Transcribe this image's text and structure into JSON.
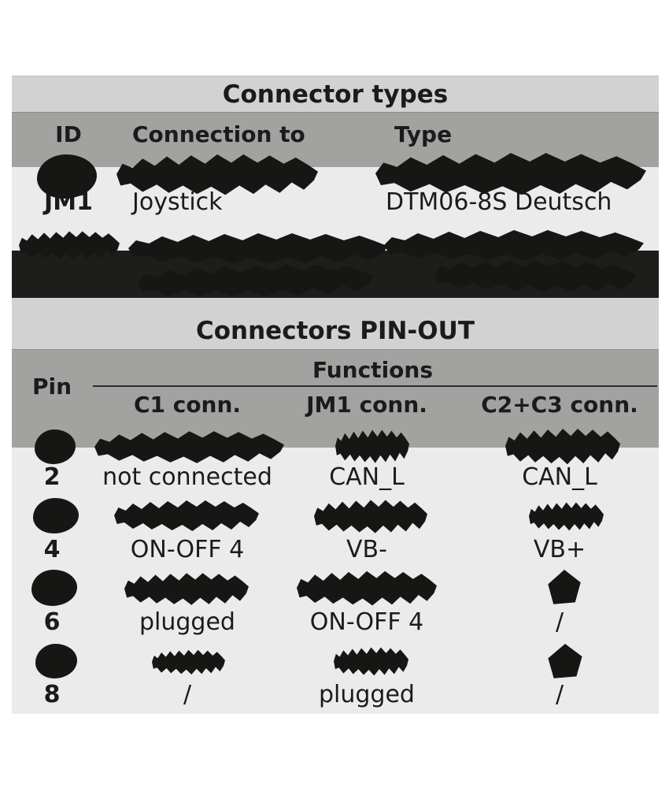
{
  "colors": {
    "title_band": "#d2d2d2",
    "header_band": "#a2a2a0",
    "row_band": "#ebebeb",
    "redacted_row_band": "#1d1d1b",
    "text": "#1b1b1b"
  },
  "connector_types": {
    "title": "Connector types",
    "columns": [
      "ID",
      "Connection to",
      "Type"
    ],
    "rows": [
      {
        "redacted": true
      },
      {
        "id": "JM1",
        "connection_to": "Joystick",
        "type": "DTM06-8S Deutsch",
        "redacted": false
      },
      {
        "redacted": true
      }
    ]
  },
  "pinout": {
    "title": "Connectors PIN-OUT",
    "pin_header": "Pin",
    "functions_header": "Functions",
    "sub_columns": [
      "C1 conn.",
      "JM1 conn.",
      "C2+C3 conn."
    ],
    "rows": [
      {
        "redacted": true
      },
      {
        "pin": "2",
        "c1": "not connected",
        "jm1": "CAN_L",
        "c23": "CAN_L",
        "redacted": false
      },
      {
        "redacted": true
      },
      {
        "pin": "4",
        "c1": "ON-OFF 4",
        "jm1": "VB-",
        "c23": "VB+",
        "redacted": false
      },
      {
        "redacted": true
      },
      {
        "pin": "6",
        "c1": "plugged",
        "jm1": "ON-OFF 4",
        "c23": "/",
        "redacted": false
      },
      {
        "redacted": true
      },
      {
        "pin": "8",
        "c1": "/",
        "jm1": "plugged",
        "c23": "/",
        "redacted": false
      }
    ]
  }
}
